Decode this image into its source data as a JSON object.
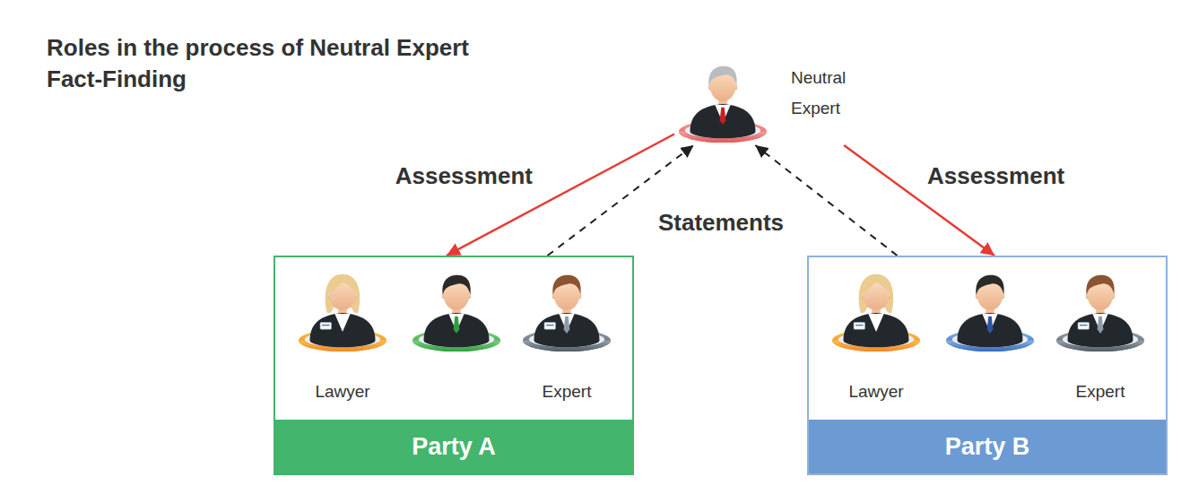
{
  "diagram": {
    "title": "Roles in the process of Neutral Expert Fact-Finding",
    "nodes": [
      {
        "text": [
          "Neutral Expert"
        ]
      },
      {
        "text": [
          "Party A"
        ]
      },
      {
        "text": [
          "Lawyer"
        ],
        "in": 1
      },
      {
        "text": [
          "Expert"
        ],
        "in": 1
      },
      {
        "text": [
          "Party B"
        ]
      },
      {
        "text": [
          "Lawyer"
        ],
        "in": 4
      },
      {
        "text": [
          "Expert"
        ],
        "in": 4
      }
    ],
    "edges": [
      {
        "from": 0,
        "to": 1,
        "arrow": "to",
        "label": "Assessment"
      },
      {
        "from": 1,
        "to": 0,
        "arrow": "to"
      },
      {
        "from": 4,
        "to": 0,
        "arrow": "to"
      },
      {
        "from": 0,
        "to": 4,
        "arrow": "to",
        "label": "Assessment"
      }
    ],
    "labels": [
      "Statements"
    ]
  }
}
